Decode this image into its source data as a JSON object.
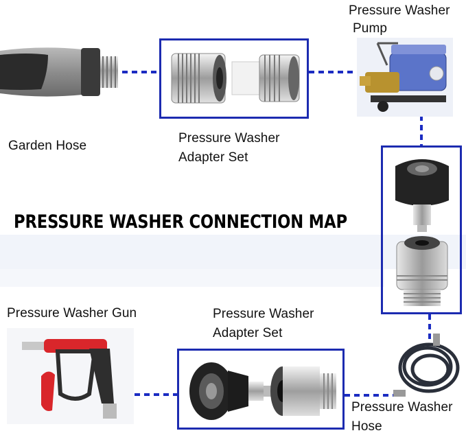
{
  "title": "PRESSURE WASHER CONNECTION MAP",
  "labels": {
    "pump_line1": "Pressure Washer",
    "pump_line2": "Pump",
    "garden_hose": "Garden Hose",
    "adapter_top_line1": "Pressure Washer",
    "adapter_top_line2": "Adapter Set",
    "gun": "Pressure Washer Gun",
    "adapter_bottom_line1": "Pressure Washer",
    "adapter_bottom_line2": "Adapter Set",
    "hose_line1": "Pressure Washer",
    "hose_line2": "Hose"
  },
  "colors": {
    "connector_blue": "#1b2cc2",
    "frame_blue": "#1c2bb0",
    "gun_red": "#d9262b",
    "pump_blue": "#5b74c9"
  },
  "items": [
    {
      "icon": "garden-hose-icon"
    },
    {
      "icon": "adapter-set-icon"
    },
    {
      "icon": "pressure-washer-pump-icon"
    },
    {
      "icon": "quick-connect-fittings-icon"
    },
    {
      "icon": "pressure-washer-gun-icon"
    },
    {
      "icon": "adapter-set-icon"
    },
    {
      "icon": "pressure-washer-hose-icon"
    }
  ]
}
